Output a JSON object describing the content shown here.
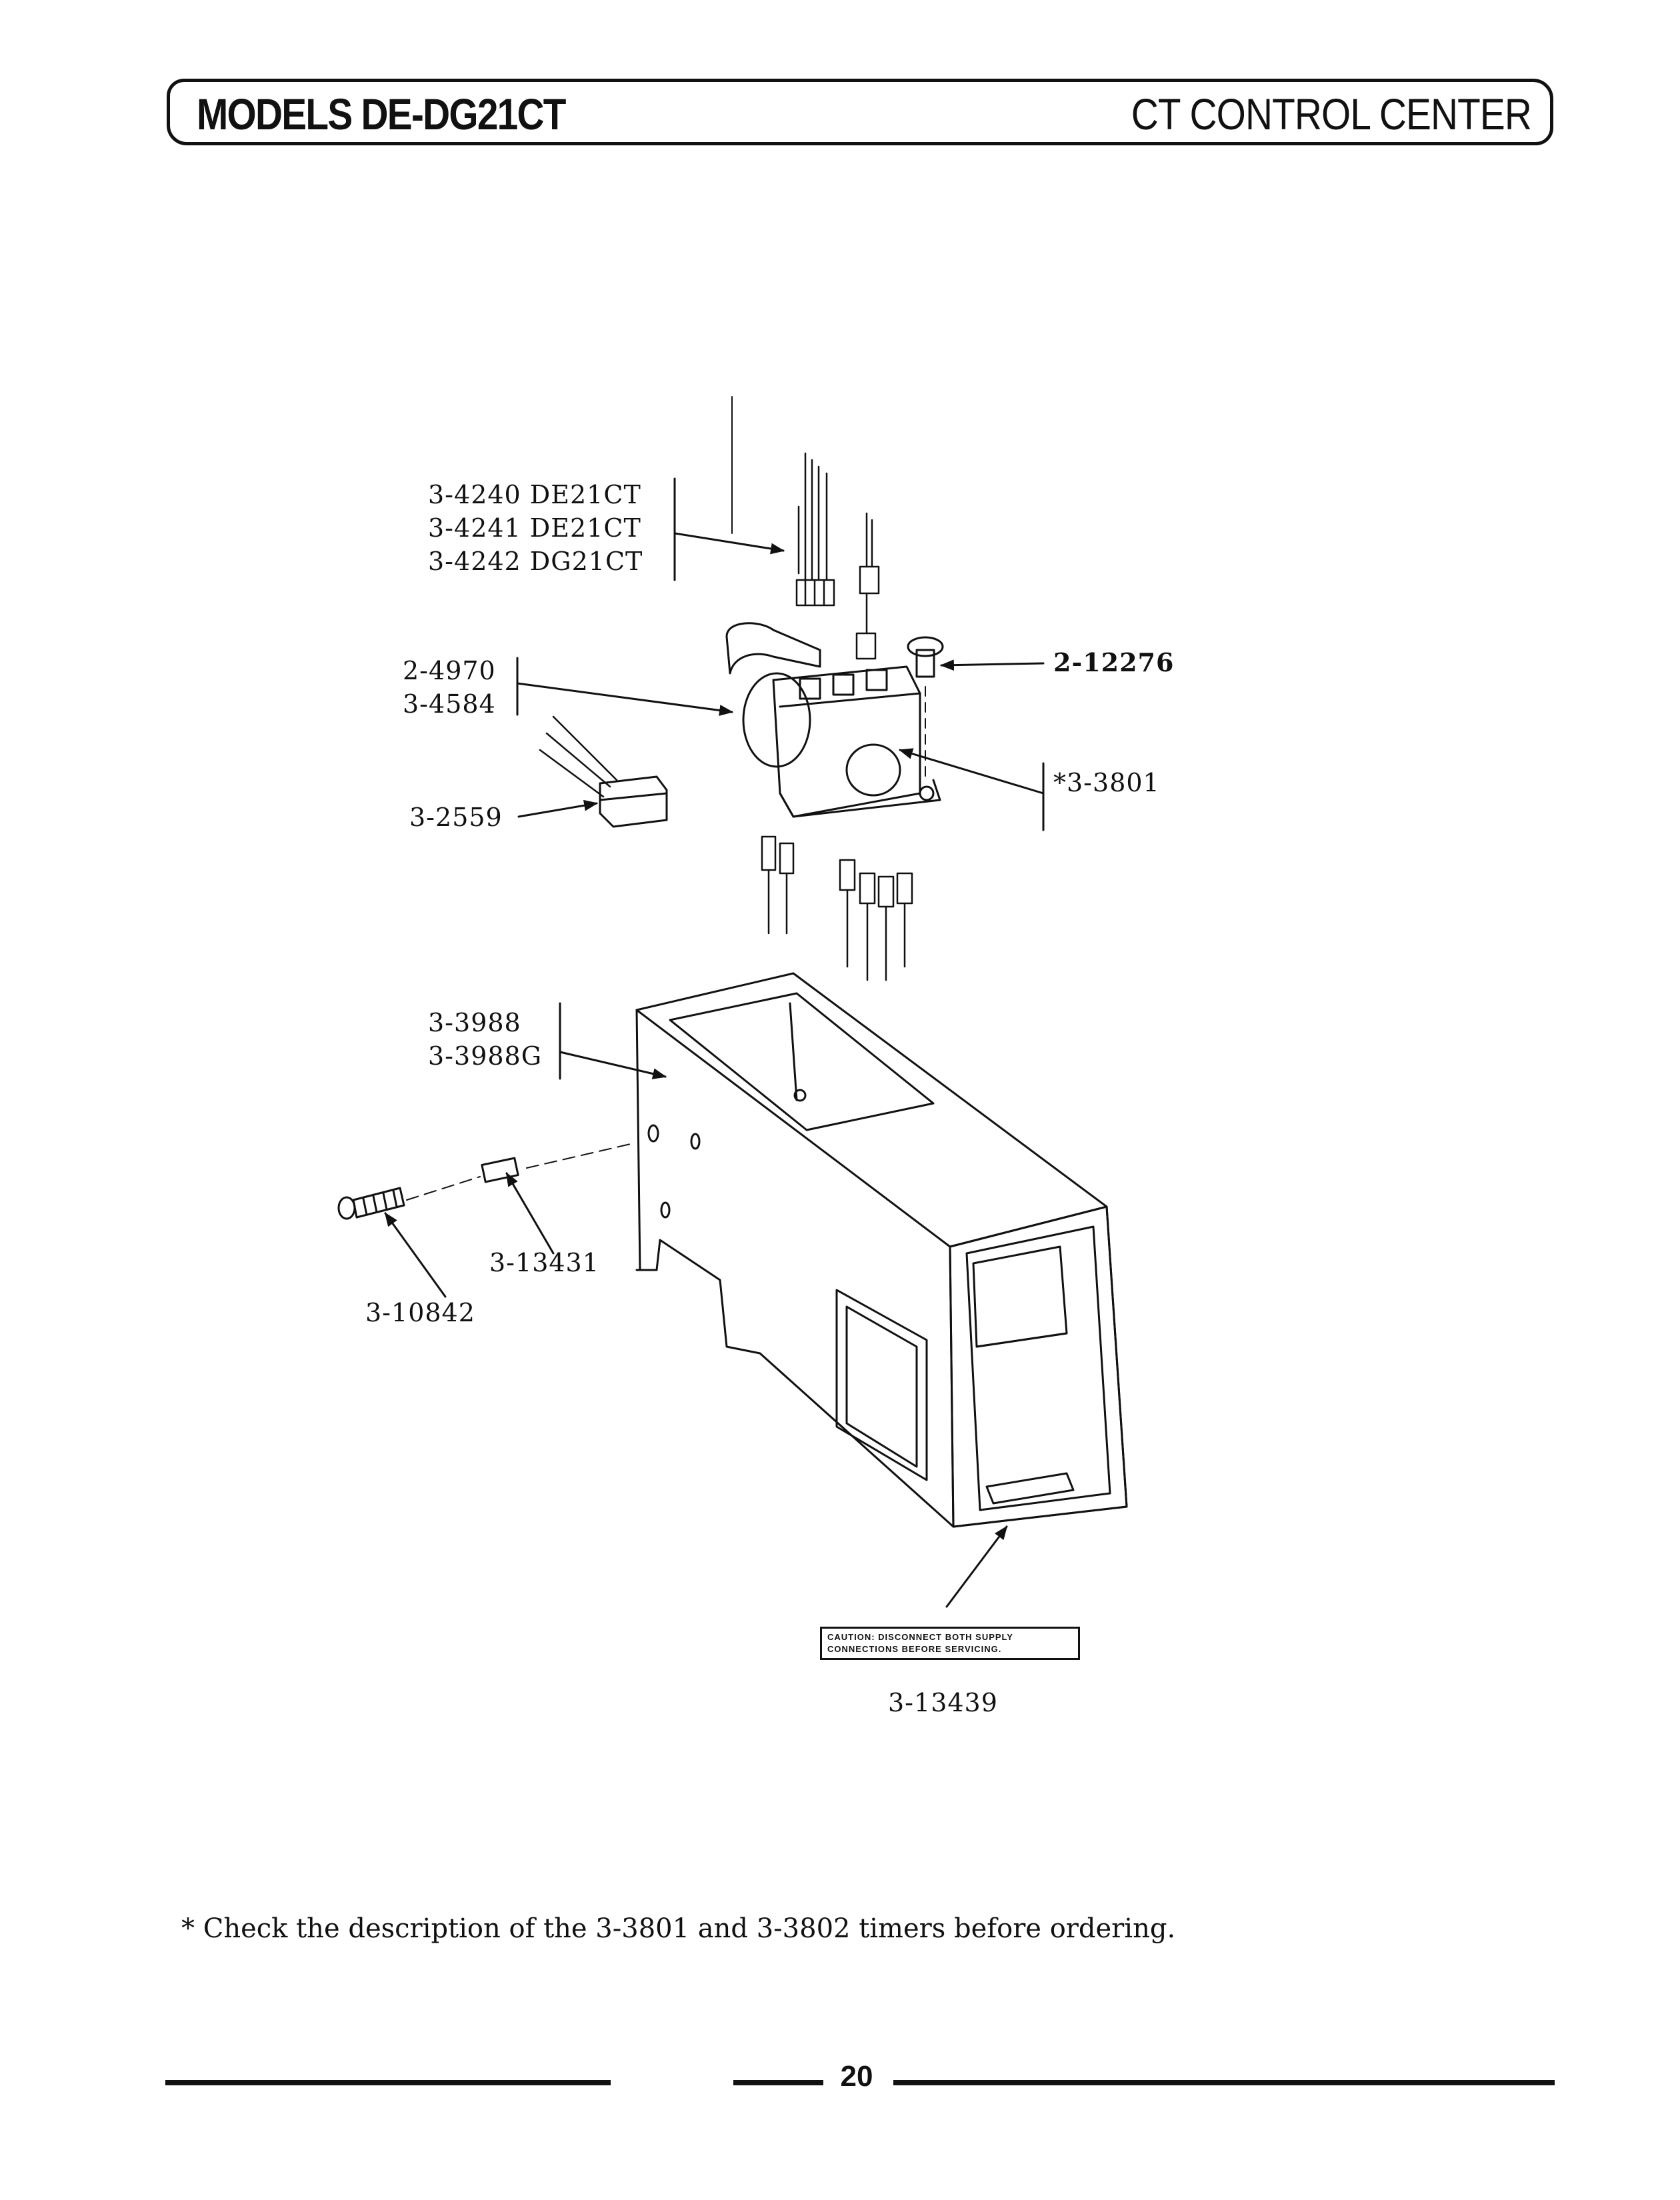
{
  "header": {
    "models": "MODELS DE-DG21CT",
    "section": "CT CONTROL CENTER"
  },
  "callouts": {
    "harness_1": "3-4240 DE21CT",
    "harness_2": "3-4241 DE21CT",
    "harness_3": "3-4242 DG21CT",
    "motor_1": "2-4970",
    "motor_2": "3-4584",
    "screw_top": "2-12276",
    "timer": "*3-3801",
    "connector": "3-2559",
    "housing_1": "3-3988",
    "housing_2": "3-3988G",
    "spacer": "3-13431",
    "bolt": "3-10842",
    "caution_label": "3-13439"
  },
  "caution": {
    "line1": "CAUTION:   DISCONNECT   BOTH   SUPPLY",
    "line2": "CONNECTIONS BEFORE SERVICING."
  },
  "footnote": "* Check the description of the 3-3801 and 3-3802 timers before ordering.",
  "page_number": "20"
}
